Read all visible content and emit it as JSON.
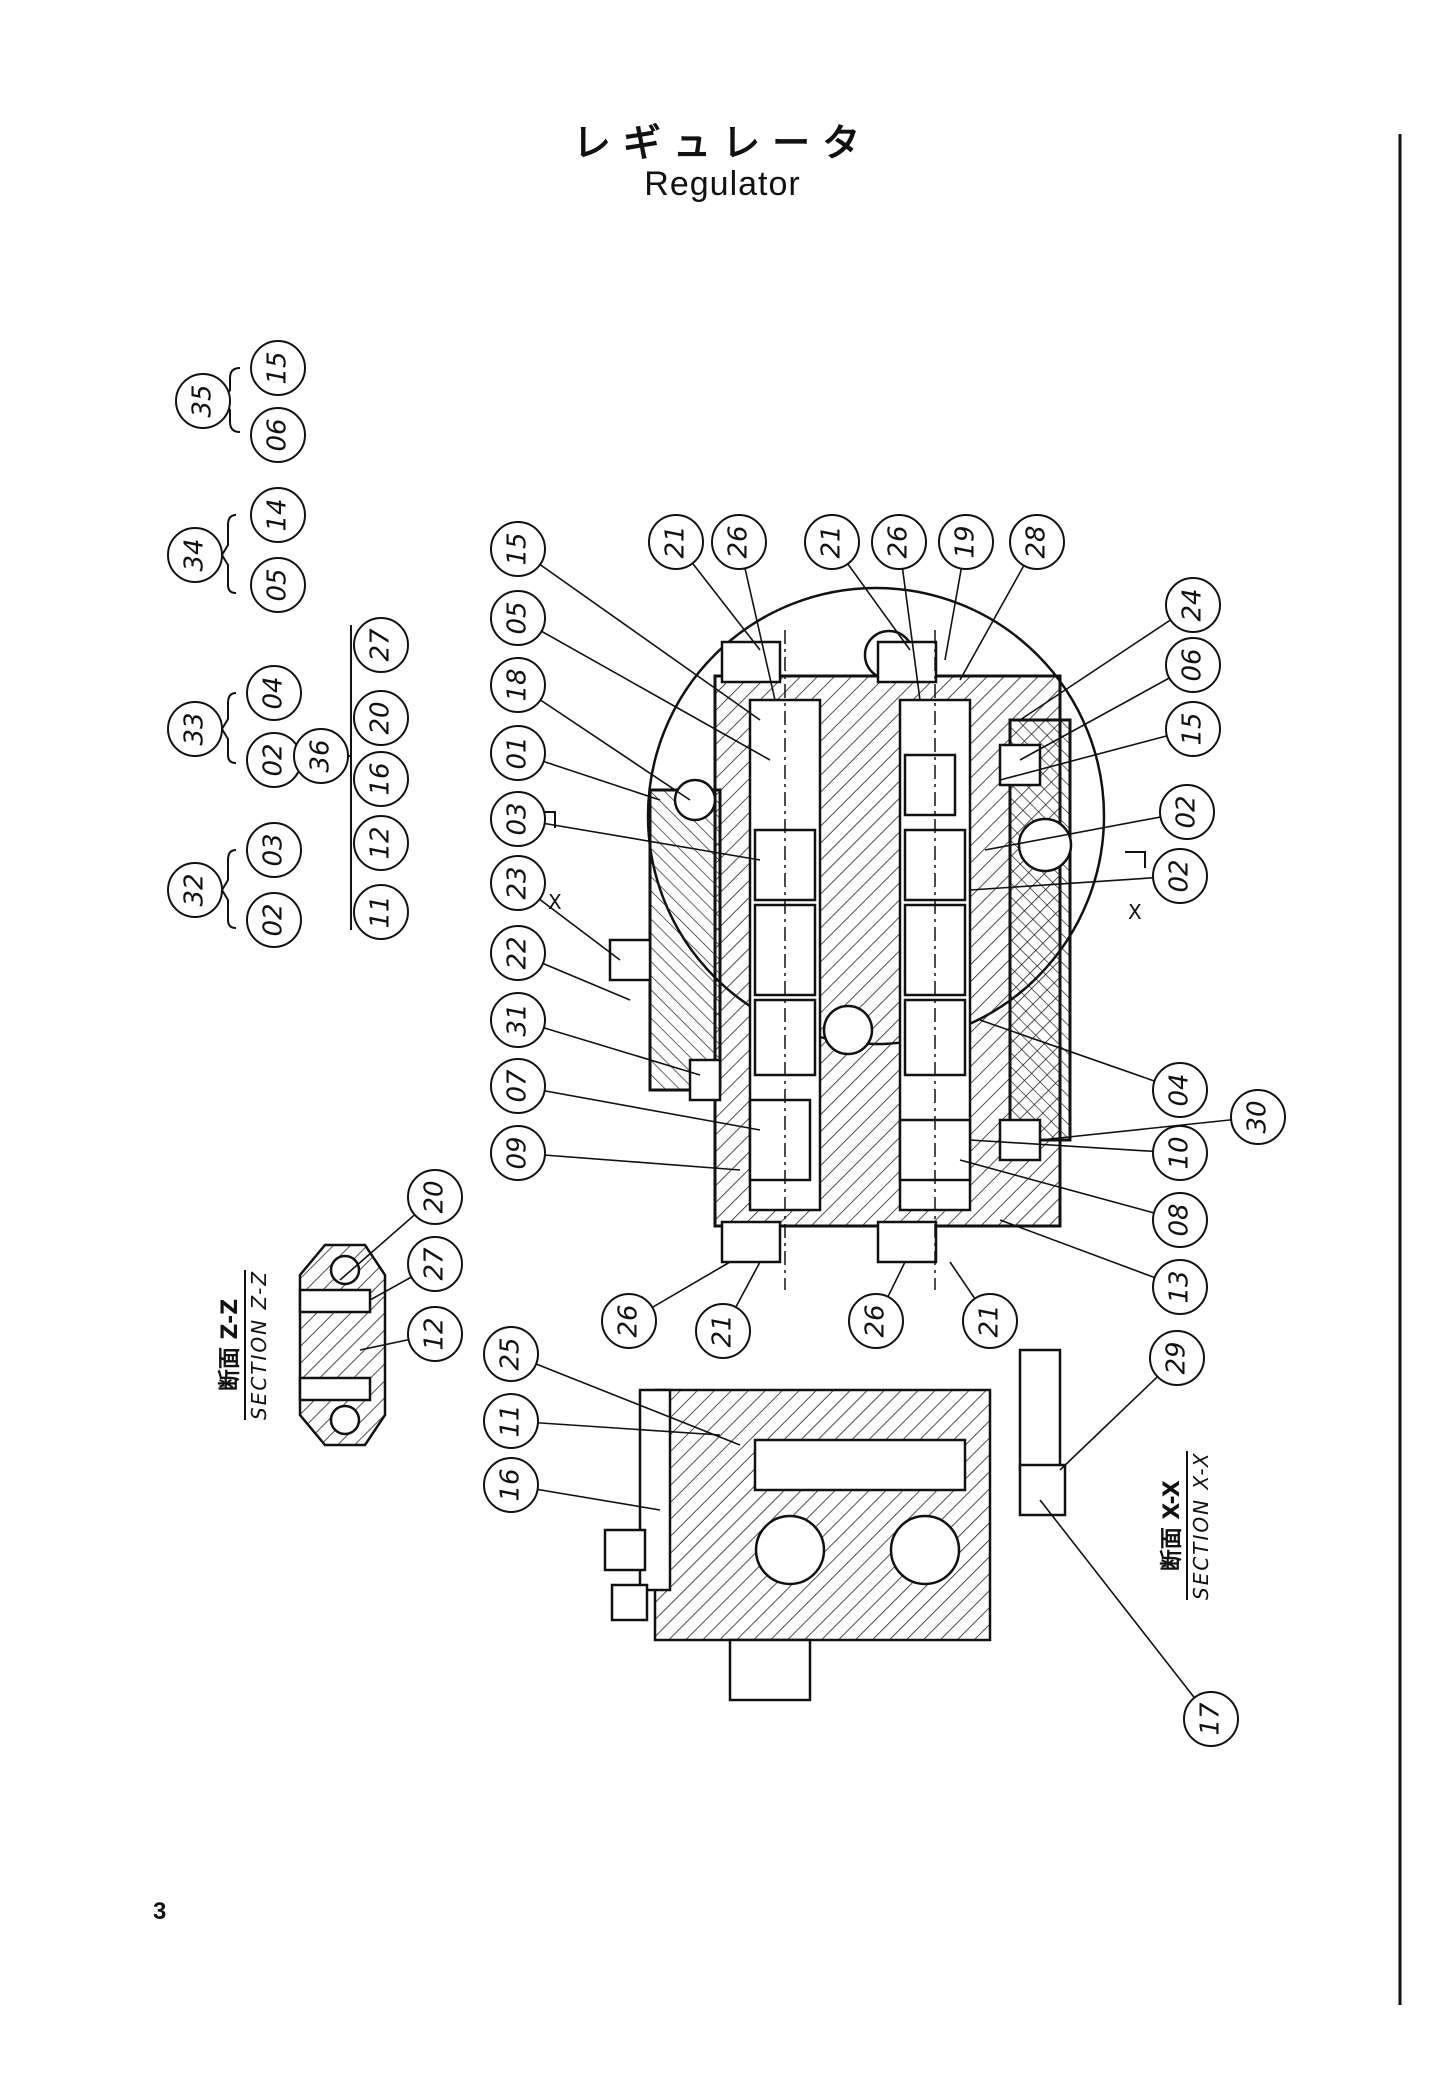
{
  "header": {
    "title_jp": "レギュレータ",
    "title_en": "Regulator"
  },
  "page_number": "3",
  "sections": [
    {
      "jp": "断面 Z-Z",
      "en": "SECTION Z-Z"
    },
    {
      "jp": "断面 X-X",
      "en": "SECTION X-X"
    }
  ],
  "cut_marks": [
    "X",
    "X"
  ],
  "callouts": [
    "35",
    "15",
    "06",
    "34",
    "14",
    "05",
    "33",
    "04",
    "02",
    "36",
    "27",
    "20",
    "16",
    "12",
    "11",
    "32",
    "03",
    "02",
    "15",
    "05",
    "18",
    "01",
    "03",
    "23",
    "22",
    "31",
    "07",
    "09",
    "21",
    "26",
    "21",
    "26",
    "19",
    "28",
    "24",
    "06",
    "15",
    "02",
    "02",
    "04",
    "30",
    "10",
    "08",
    "13",
    "26",
    "21",
    "26",
    "21",
    "20",
    "27",
    "12",
    "25",
    "11",
    "16",
    "29",
    "17"
  ]
}
